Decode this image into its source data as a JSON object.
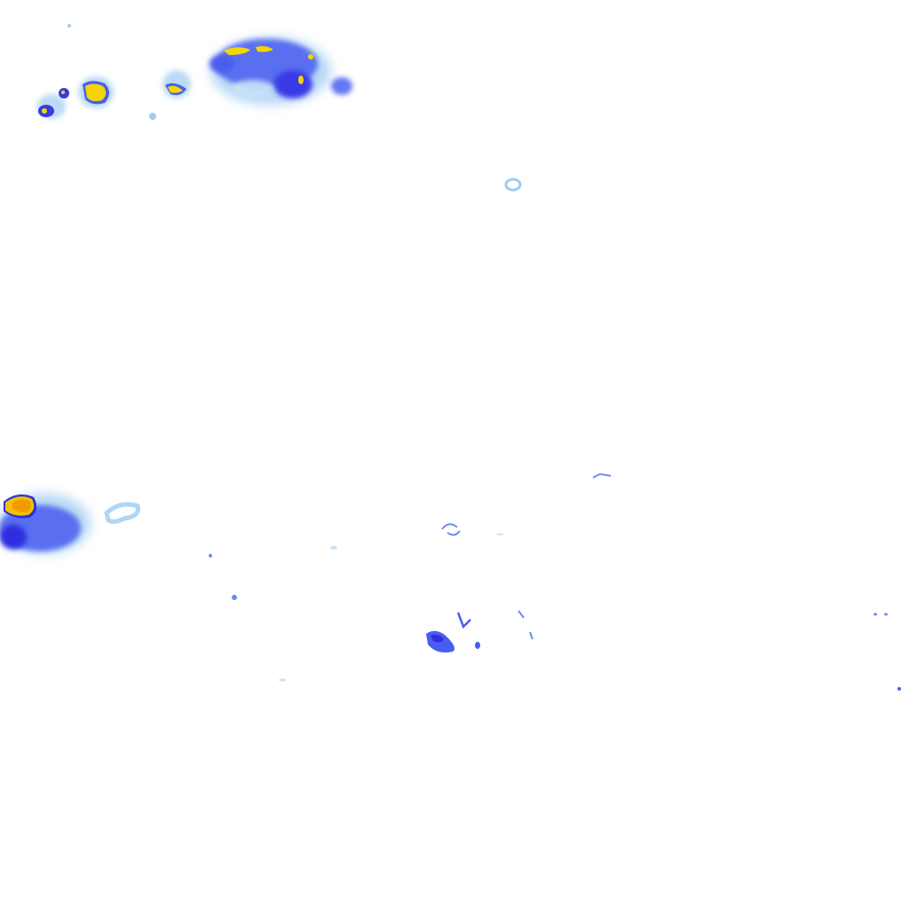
{
  "map": {
    "type": "precipitation-radar-overlay",
    "background": "#ffffff",
    "palette": {
      "light": "#9ecbf2",
      "medium": "#4a5df0",
      "heavy": "#2f2fe0",
      "intense": "#f2d600",
      "extreme": "#f29a00"
    },
    "echo_regions": [
      {
        "id": "north-cluster",
        "peak_intensity": "intense"
      },
      {
        "id": "northwest-cells",
        "peak_intensity": "intense"
      },
      {
        "id": "west-cluster",
        "peak_intensity": "extreme"
      },
      {
        "id": "central-south-cell",
        "peak_intensity": "heavy"
      },
      {
        "id": "scattered-light-echoes",
        "peak_intensity": "light"
      }
    ]
  }
}
